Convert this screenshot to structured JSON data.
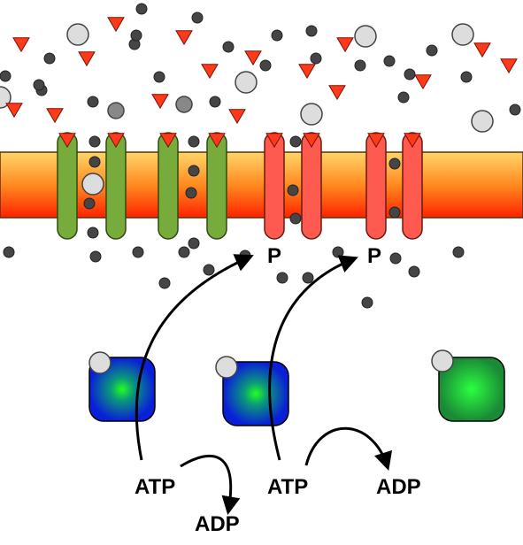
{
  "labels": {
    "phospho": [
      "P",
      "P"
    ],
    "atp": [
      "ATP",
      "ATP"
    ],
    "adp": [
      "ADP",
      "ADP"
    ]
  },
  "colors": {
    "membrane_top": "#ffc857",
    "membrane_bottom": "#ff2a00",
    "channel_green": "#77ab3c",
    "channel_red": "#ff5a50",
    "triangle": "#ff3a1a",
    "small_particle": "#454545",
    "large_particle": "#dddddd",
    "kinase_blue": "#0a1fd8",
    "kinase_green_core": "#22ee44",
    "kinase_inactive": "#1e9a3a"
  }
}
